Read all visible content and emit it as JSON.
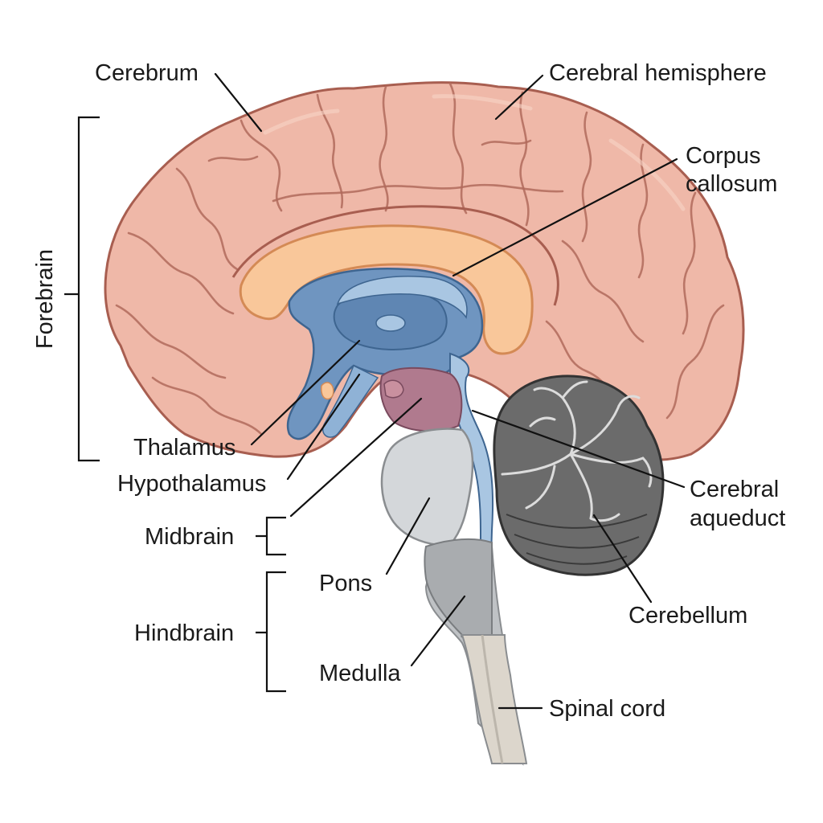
{
  "labels": {
    "cerebrum": "Cerebrum",
    "cerebral_hemisphere": "Cerebral hemisphere",
    "corpus_callosum_line1": "Corpus",
    "corpus_callosum_line2": "callosum",
    "forebrain": "Forebrain",
    "thalamus": "Thalamus",
    "hypothalamus": "Hypothalamus",
    "midbrain": "Midbrain",
    "hindbrain": "Hindbrain",
    "pons": "Pons",
    "medulla": "Medulla",
    "cerebral_aqueduct_line1": "Cerebral",
    "cerebral_aqueduct_line2": "aqueduct",
    "cerebellum": "Cerebellum",
    "spinal_cord": "Spinal cord"
  },
  "colors": {
    "cortex": "#efb8a8",
    "cortex_outline": "#a85e50",
    "corpus_callosum": "#f9c79a",
    "ventricle": "#6f95c0",
    "ventricle_light": "#a9c6e2",
    "hypothalamus": "#b07a8e",
    "brainstem": "#d4d7da",
    "cerebellum": "#6b6b6b",
    "spinal_cord": "#dcd6cc"
  }
}
